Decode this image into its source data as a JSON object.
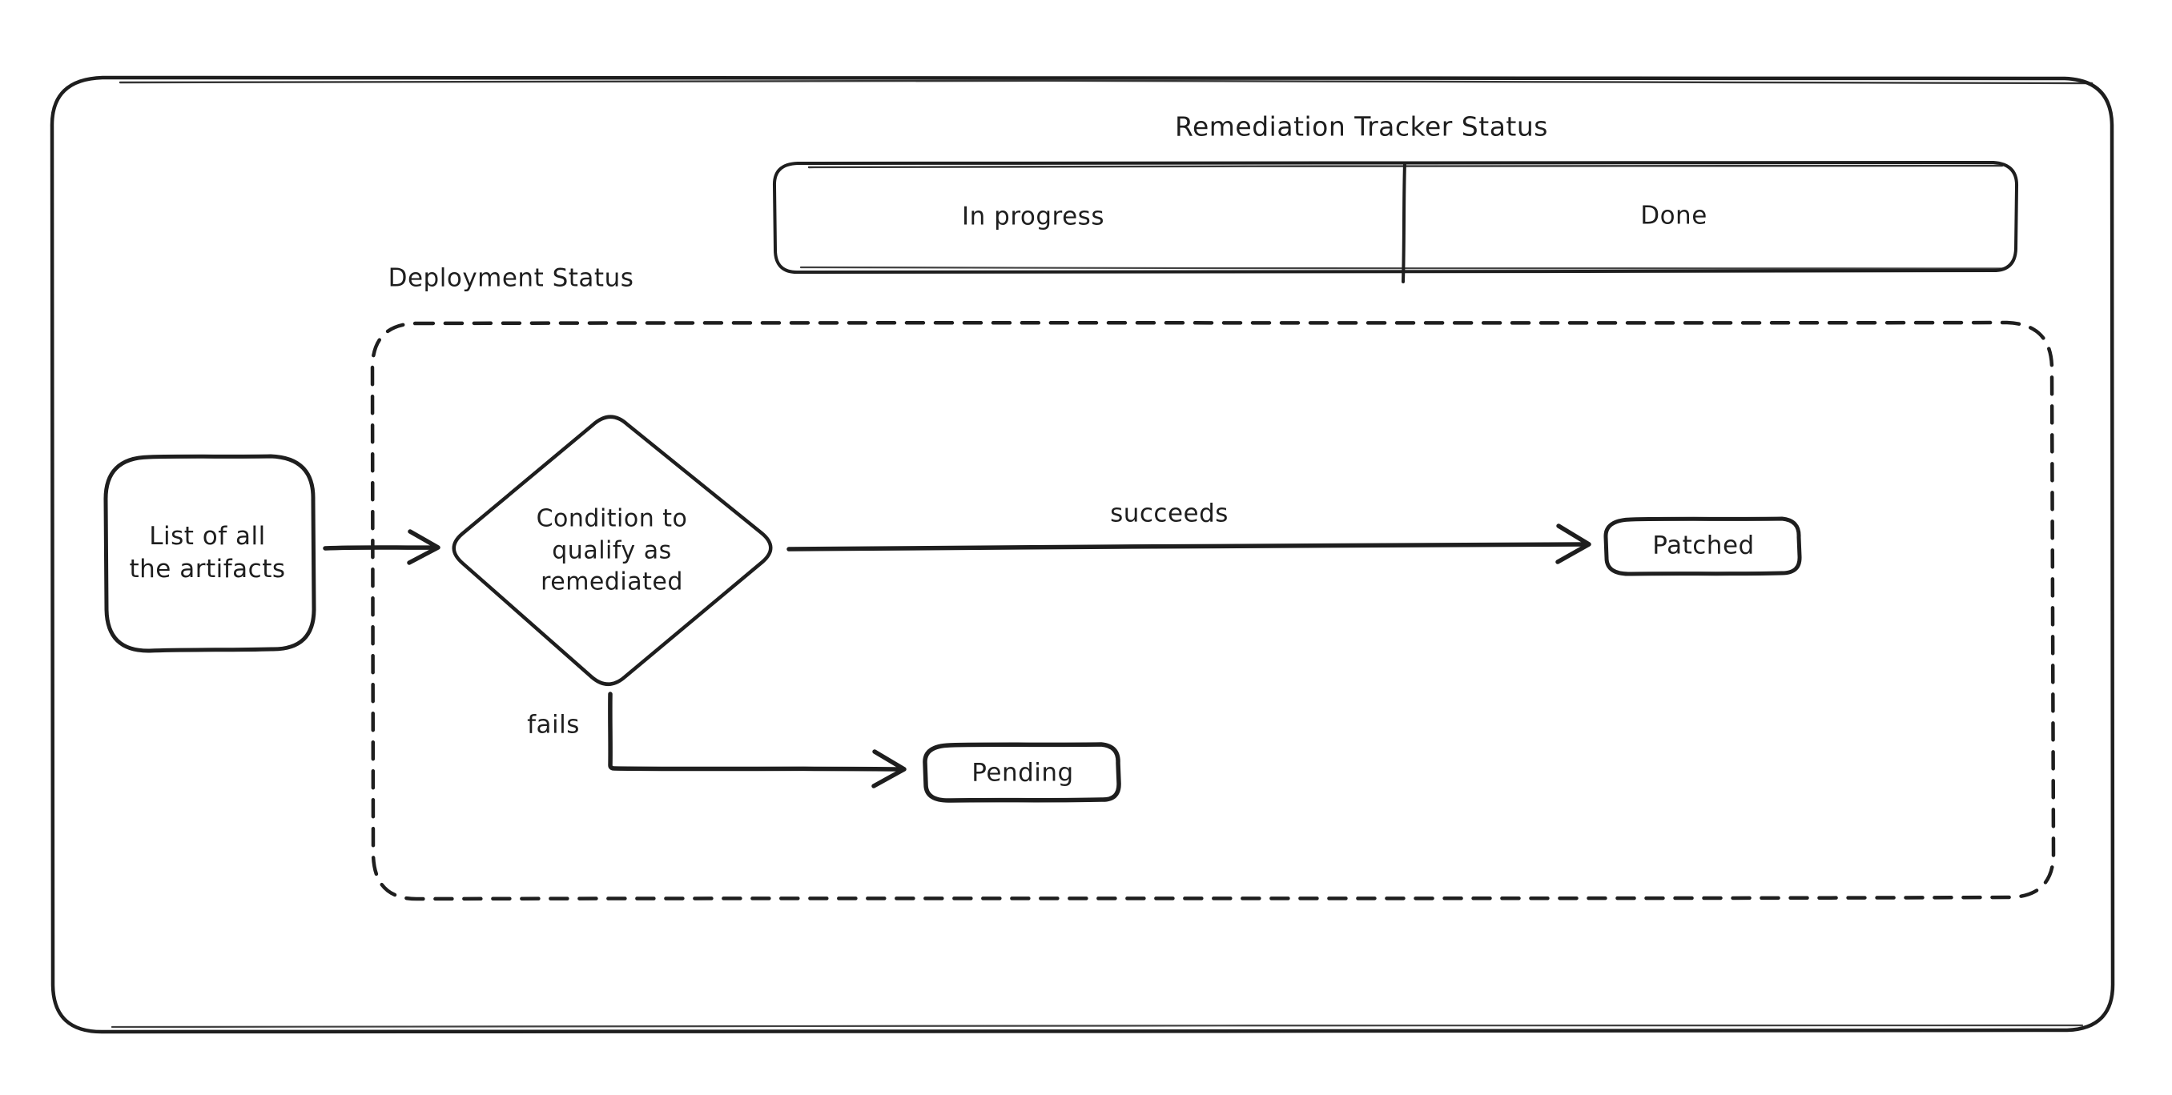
{
  "canvas": {
    "background": "#ffffff",
    "ink": "#1e1e1e"
  },
  "header": {
    "title": "Remediation Tracker Status"
  },
  "tracker": {
    "columns": [
      {
        "label": "In progress"
      },
      {
        "label": "Done"
      }
    ]
  },
  "deployment_group": {
    "label": "Deployment Status"
  },
  "nodes": {
    "artifacts": {
      "lines": [
        "List of all",
        "the artifacts"
      ]
    },
    "condition": {
      "lines": [
        "Condition to",
        "qualify as",
        "remediated"
      ]
    },
    "patched": {
      "label": "Patched"
    },
    "pending": {
      "label": "Pending"
    }
  },
  "edges": {
    "succeeds": {
      "label": "succeeds"
    },
    "fails": {
      "label": "fails"
    }
  }
}
